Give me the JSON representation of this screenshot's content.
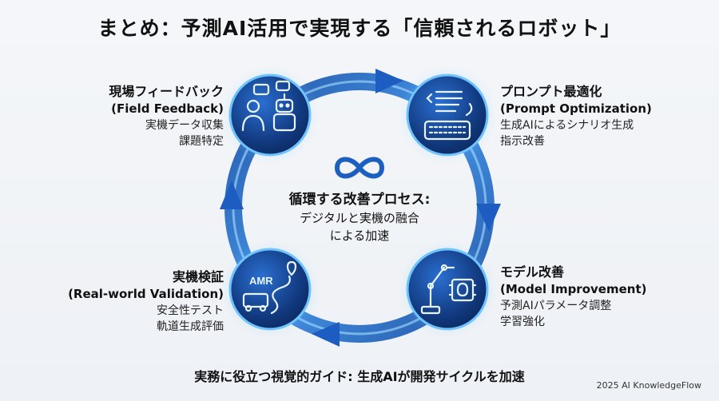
{
  "title": "まとめ：予測AI活用で実現する「信頼されるロボット」",
  "center": {
    "heading": "循環する改善プロセス:",
    "line1": "デジタルと実機の融合",
    "line2": "による加速",
    "icon": "infinity-icon"
  },
  "nodes": {
    "field_feedback": {
      "title_ja": "現場フィードバック",
      "title_en": "(Field Feedback)",
      "lines": [
        "実機データ収集",
        "課題特定"
      ],
      "icon": "human-robot-chat-icon"
    },
    "prompt_optimization": {
      "title_ja": "プロンプト最適化",
      "title_en": "(Prompt Optimization)",
      "lines": [
        "生成AIによるシナリオ生成",
        "指示改善"
      ],
      "icon": "keyboard-document-icon"
    },
    "model_improvement": {
      "title_ja": "モデル改善",
      "title_en": "(Model Improvement)",
      "lines": [
        "予測AIパラメータ調整",
        "学習強化"
      ],
      "icon": "robot-arm-brain-icon"
    },
    "real_world_validation": {
      "title_ja": "実機検証",
      "title_en": "(Real-world Validation)",
      "lines": [
        "安全性テスト",
        "軌道生成評価"
      ],
      "icon": "amr-vehicle-icon",
      "badge": "AMR"
    }
  },
  "bottom_caption": "実務に役立つ視覚的ガイド: 生成AIが開発サイクルを加速",
  "credit": "2025 AI KnowledgeFlow",
  "colors": {
    "ring": "#1f5fb8",
    "ring_light": "#8fd0ff",
    "node_fill": "#133f86",
    "node_edge": "#6fc3ff",
    "icon": "#e8f4ff"
  }
}
